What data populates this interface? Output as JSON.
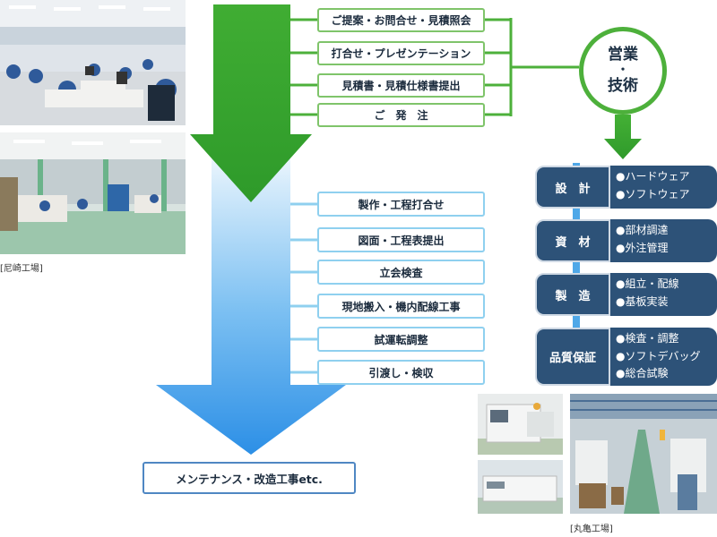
{
  "sales_steps": [
    {
      "label": "ご提案・お問合せ・見積照会"
    },
    {
      "label": "打合せ・プレゼンテーション"
    },
    {
      "label": "見積書・見積仕様書提出"
    },
    {
      "label": "ご　発　注"
    }
  ],
  "production_steps": [
    {
      "label": "製作・工程打合せ"
    },
    {
      "label": "図面・工程表提出"
    },
    {
      "label": "立会検査"
    },
    {
      "label": "現地搬入・機内配線工事"
    },
    {
      "label": "試運転調整"
    },
    {
      "label": "引渡し・検収"
    }
  ],
  "final_step": {
    "label": "メンテナンス・改造工事etc."
  },
  "hub": {
    "line1": "営業",
    "dot": "・",
    "line2": "技術"
  },
  "processes": [
    {
      "title": "設　計",
      "items": [
        "●ハードウェア",
        "●ソフトウェア"
      ]
    },
    {
      "title": "資　材",
      "items": [
        "●部材調達",
        "●外注管理"
      ]
    },
    {
      "title": "製　造",
      "items": [
        "●組立・配線",
        "●基板実装"
      ]
    },
    {
      "title": "品質保証",
      "items": [
        "●検査・調整",
        "●ソフトデバッグ",
        "●総合試験"
      ]
    }
  ],
  "captions": {
    "left": "[尼崎工場]",
    "right": "[丸亀工場]"
  },
  "colors": {
    "green": "#4db03b",
    "blue_arrow": "#3a9be8",
    "navy": "#2d5278"
  }
}
